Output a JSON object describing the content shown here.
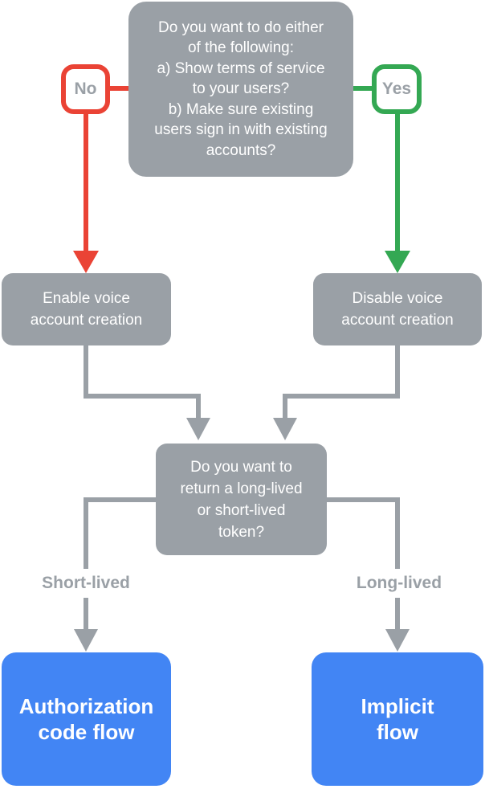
{
  "colors": {
    "node_gray": "#9AA0A6",
    "red": "#EA4335",
    "green": "#34A853",
    "blue": "#4285F4",
    "label_text_gray": "#9AA0A6",
    "node_text_white": "#FFFFFF"
  },
  "flow": {
    "top_question": "Do you want to do either\nof the following:\na) Show terms of service\nto your users?\nb) Make sure existing\nusers sign in with existing\naccounts?",
    "no_label": "No",
    "yes_label": "Yes",
    "enable_node": "Enable voice\naccount creation",
    "disable_node": "Disable voice\naccount creation",
    "token_question": "Do you want to\nreturn a long-lived\nor short-lived\ntoken?",
    "short_lived_label": "Short-lived",
    "long_lived_label": "Long-lived",
    "authorization_node": "Authorization\ncode flow",
    "implicit_node": "Implicit\nflow"
  }
}
